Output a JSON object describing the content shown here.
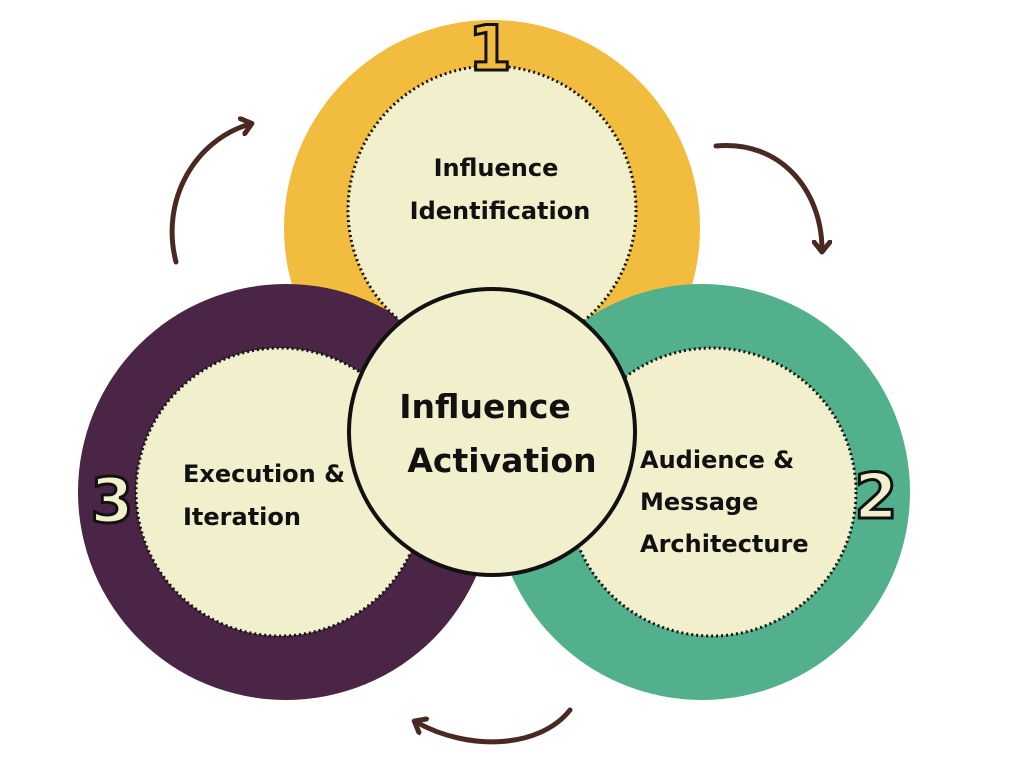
{
  "stages": [
    {
      "number": "1",
      "lines": [
        "Influence",
        "Identification"
      ],
      "color": "#F2BC3E"
    },
    {
      "number": "2",
      "lines": [
        "Audience &",
        "Message",
        "Architecture"
      ],
      "color": "#52B08C"
    },
    {
      "number": "3",
      "lines": [
        "Execution &",
        "Iteration"
      ],
      "color": "#4A2545"
    }
  ],
  "center": {
    "lines": [
      "Influence",
      "Activation"
    ]
  },
  "colors": {
    "inner_fill": "#F2EFCC",
    "arrow": "#4A2A20",
    "outline": "#111111"
  }
}
